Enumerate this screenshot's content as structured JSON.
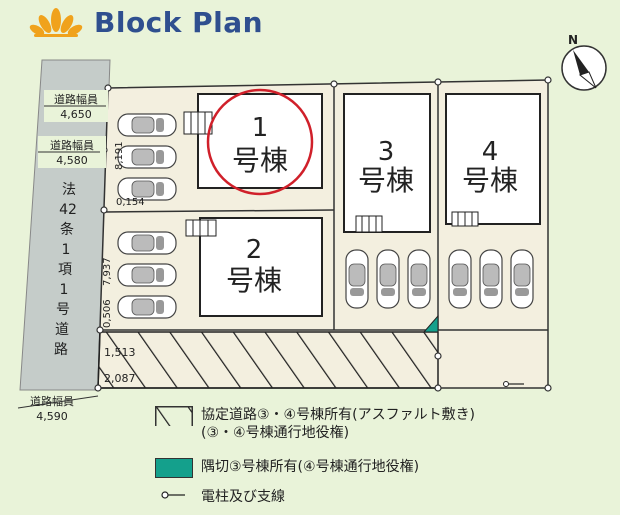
{
  "title": "Block Plan",
  "compass": {
    "north_label": "N"
  },
  "roads": {
    "vertical_label_chars": [
      "法",
      "42",
      "条",
      "1",
      "項",
      "1",
      "号",
      "道",
      "路"
    ],
    "width_labels": [
      {
        "name": "道路幅員",
        "value": "4,650"
      },
      {
        "name": "道路幅員",
        "value": "4,580"
      },
      {
        "name": "道路幅員",
        "value": "4,590"
      }
    ]
  },
  "lots": [
    {
      "number": "1",
      "suffix": "号棟",
      "highlighted": true
    },
    {
      "number": "2",
      "suffix": "号棟",
      "highlighted": false
    },
    {
      "number": "3",
      "suffix": "号棟",
      "highlighted": false
    },
    {
      "number": "4",
      "suffix": "号棟",
      "highlighted": false
    }
  ],
  "dimensions": {
    "d1": "8,191",
    "d2": "0,154",
    "d3": "7,937",
    "d4": "0,506",
    "d5": "1,513",
    "d6": "2,087"
  },
  "legend": [
    {
      "symbol": "hatch",
      "lines": [
        "協定道路③・④号棟所有(アスファルト敷き)",
        "(③・④号棟通行地役権)"
      ]
    },
    {
      "symbol": "teal",
      "lines": [
        "隅切③号棟所有(④号棟通行地役権)"
      ]
    },
    {
      "symbol": "pole",
      "lines": [
        "電柱及び支線"
      ]
    }
  ],
  "colors": {
    "background": "#e9f3d9",
    "lot_fill": "#f3efdf",
    "road_fill": "#c5ccc9",
    "title": "#2f4f8f",
    "highlight_circle": "#d0202a",
    "corner_cut": "#14a08c"
  }
}
